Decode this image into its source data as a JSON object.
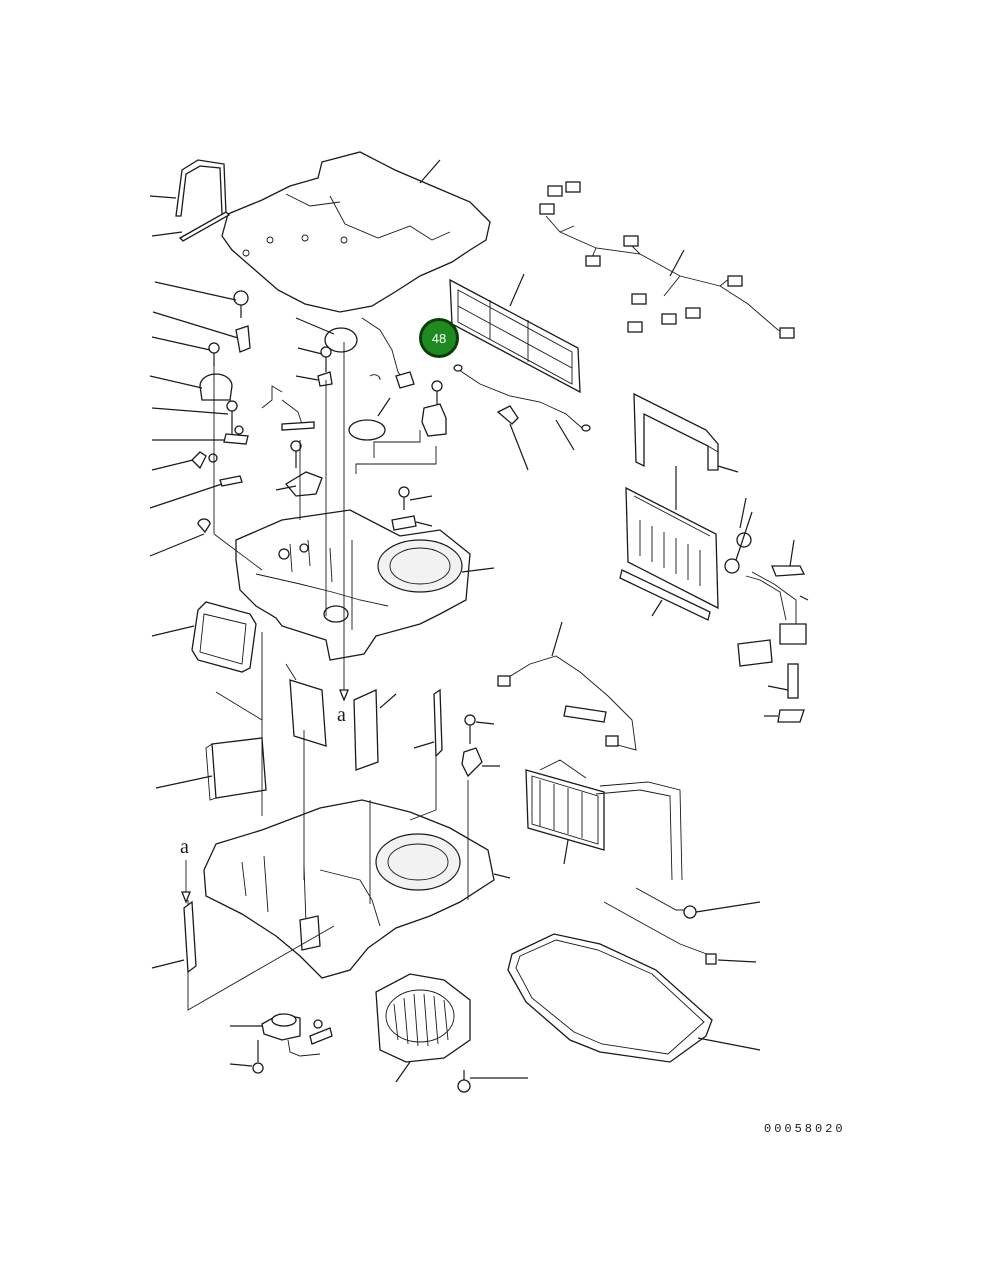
{
  "callout": {
    "number": "48",
    "highlight_color": "#1f8a1f"
  },
  "drawing_number": "00058020",
  "view_letters": {
    "upper": "a",
    "lower": "a"
  }
}
